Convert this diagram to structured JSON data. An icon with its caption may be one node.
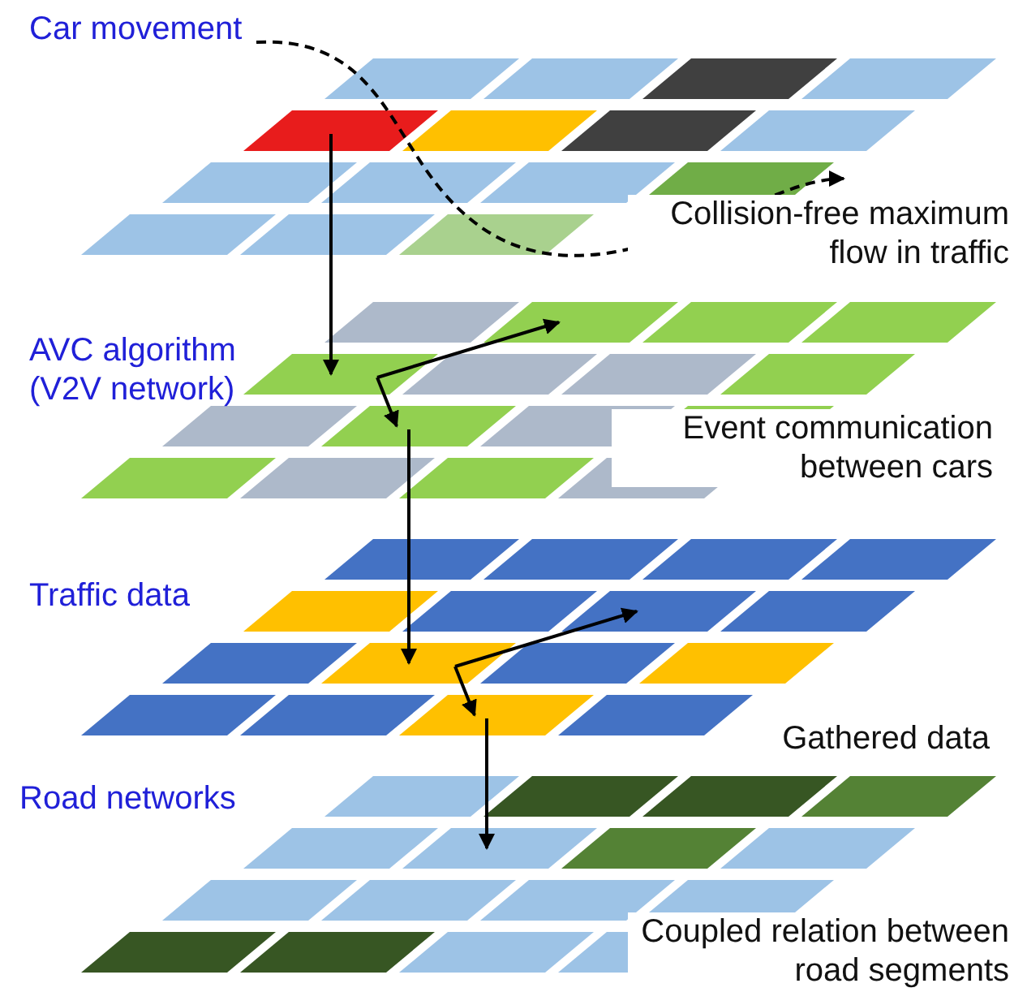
{
  "diagram": {
    "nodes": [
      {
        "text": [],
        "shape": "parallelogram"
      },
      {
        "text": [],
        "shape": "parallelogram"
      },
      {
        "text": [],
        "shape": "parallelogram"
      },
      {
        "text": [],
        "shape": "parallelogram"
      },
      {
        "text": [],
        "shape": "parallelogram"
      },
      {
        "text": [],
        "shape": "parallelogram"
      },
      {
        "text": [],
        "shape": "parallelogram"
      },
      {
        "text": [],
        "shape": "parallelogram"
      }
    ],
    "edges": [
      {
        "from": 0,
        "to": 1,
        "arrow": "to"
      },
      {
        "from": 1,
        "to": 2,
        "arrow": "to"
      },
      {
        "from": 1,
        "to": 3,
        "arrow": "to"
      },
      {
        "from": 3,
        "to": 4,
        "arrow": "to"
      },
      {
        "from": 4,
        "to": 5,
        "arrow": "to"
      },
      {
        "from": 4,
        "to": 6,
        "arrow": "to"
      },
      {
        "from": 6,
        "to": 7,
        "arrow": "to"
      }
    ],
    "labels": [
      "Car movement",
      "Collision-free maximum flow in traffic",
      "AVC algorithm (V2V network)",
      "Event communication between cars",
      "Traffic data",
      "Gathered data",
      "Road networks",
      "Coupled relation between road segments"
    ]
  }
}
